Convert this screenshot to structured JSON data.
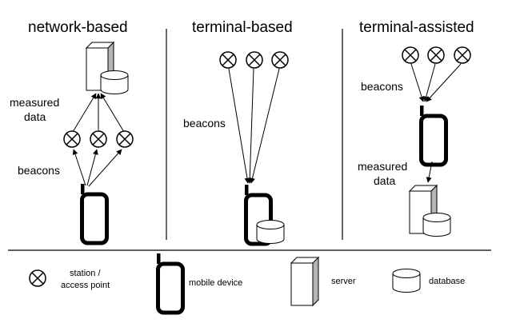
{
  "columns": {
    "network": {
      "title": "network-based",
      "measured_line1": "measured",
      "measured_line2": "data",
      "beacons": "beacons"
    },
    "terminal": {
      "title": "terminal-based",
      "beacons": "beacons"
    },
    "assisted": {
      "title": "terminal-assisted",
      "beacons": "beacons",
      "measured_line1": "measured",
      "measured_line2": "data"
    }
  },
  "legend": {
    "station_line1": "station /",
    "station_line2": "access point",
    "mobile": "mobile device",
    "server": "server",
    "database": "database"
  },
  "icons": {
    "station": "station-icon",
    "mobile": "mobile-device-icon",
    "server": "server-icon",
    "database": "database-icon"
  }
}
